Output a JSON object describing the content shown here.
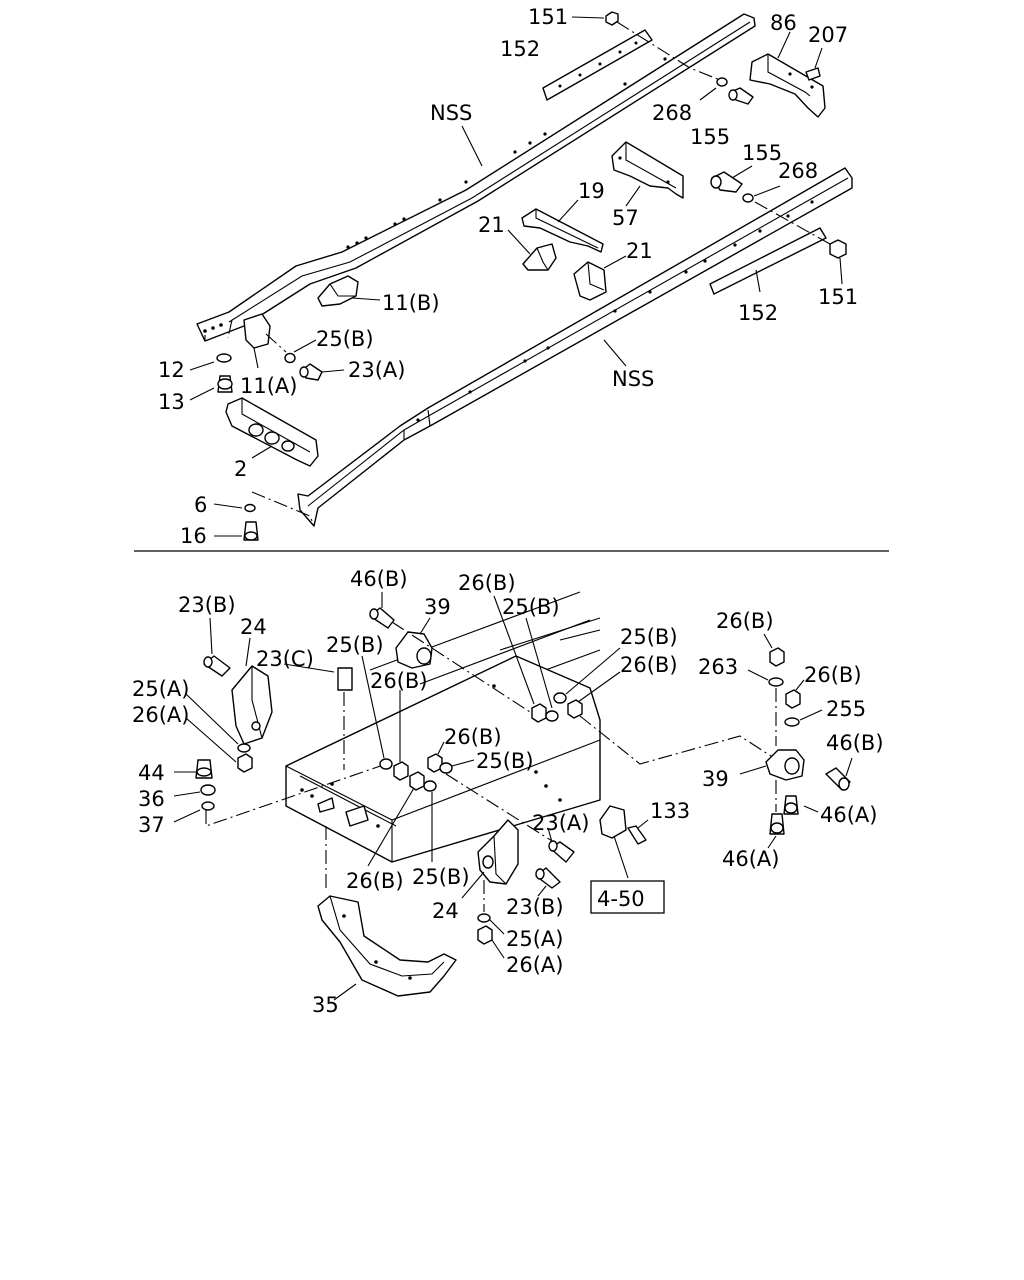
{
  "labels": {
    "top": {
      "l151_top": "151",
      "l152_top": "152",
      "l86": "86",
      "l207": "207",
      "nss_upper": "NSS",
      "l268_top": "268",
      "l155_top": "155",
      "l155_right": "155",
      "l268_right": "268",
      "l19": "19",
      "l21_left": "21",
      "l57": "57",
      "l21_right": "21",
      "l11b": "11(B)",
      "l25b_top": "25(B)",
      "l12": "12",
      "l13": "13",
      "l11a": "11(A)",
      "l23a_top": "23(A)",
      "nss_lower": "NSS",
      "l152_right": "152",
      "l151_right": "151",
      "l2": "2",
      "l6": "6",
      "l16": "16"
    },
    "bottom": {
      "l46b_top": "46(B)",
      "l39_top": "39",
      "l26b_a": "26(B)",
      "l25b_a": "25(B)",
      "l25b_b": "25(B)",
      "l26b_b": "26(B)",
      "l23b_left": "23(B)",
      "l24_left": "24",
      "l23c": "23(C)",
      "l25b_c": "25(B)",
      "l26b_c": "26(B)",
      "l25a_left": "25(A)",
      "l26a_left": "26(A)",
      "l44": "44",
      "l36": "36",
      "l37": "37",
      "l26b_d": "26(B)",
      "l25b_d": "25(B)",
      "l23a_mid": "23(A)",
      "l133": "133",
      "l26b_e": "26(B)",
      "l25b_e": "25(B)",
      "l24_mid": "24",
      "l23b_mid": "23(B)",
      "l25a_mid": "25(A)",
      "l26a_mid": "26(A)",
      "l35": "35",
      "ref_box": "4-50",
      "l26b_r1": "26(B)",
      "l263": "263",
      "l26b_r2": "26(B)",
      "l255": "255",
      "l46b_r": "46(B)",
      "l39_r": "39",
      "l46a_r1": "46(A)",
      "l46a_r2": "46(A)"
    }
  }
}
